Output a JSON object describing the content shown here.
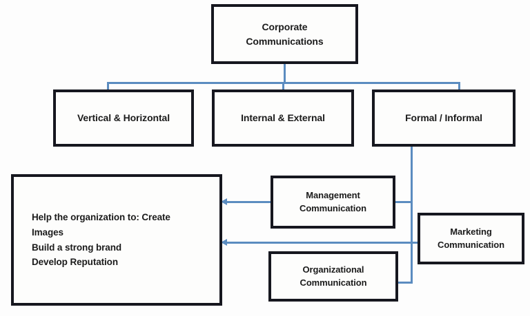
{
  "diagram": {
    "title": "Corporate Communications",
    "colors": {
      "connector": "#5b8cc0",
      "node_border": "#16171f",
      "node_fill": "#fdfdfc",
      "text": "#1b1b1b",
      "background": "#ffffff"
    },
    "nodes": {
      "corporate": {
        "label": "Corporate\nCommunications",
        "line1": "Corporate",
        "line2": "Communications"
      },
      "vertical": {
        "label": "Vertical & Horizontal"
      },
      "internal": {
        "label": "Internal & External"
      },
      "formal": {
        "label": "Formal / Informal"
      },
      "help": {
        "lines": [
          "Help the organization to: Create",
          "Images",
          "Build a strong brand",
          "Develop Reputation"
        ],
        "label": "Help the organization to: Create Images Build a strong brand Develop Reputation"
      },
      "management": {
        "line1": "Management",
        "line2": "Communication"
      },
      "marketing": {
        "line1": "Marketing",
        "line2": "Communication"
      },
      "organizational": {
        "line1": "Organizational",
        "line2": "Communication"
      }
    },
    "edges": [
      {
        "from": "corporate",
        "to": "vertical"
      },
      {
        "from": "corporate",
        "to": "internal"
      },
      {
        "from": "corporate",
        "to": "formal"
      },
      {
        "from": "formal",
        "to": "management"
      },
      {
        "from": "formal",
        "to": "marketing"
      },
      {
        "from": "formal",
        "to": "organizational"
      },
      {
        "from": "management",
        "to": "help",
        "arrow": "left"
      },
      {
        "from": "marketing",
        "to": "help",
        "arrow": "left"
      }
    ]
  }
}
